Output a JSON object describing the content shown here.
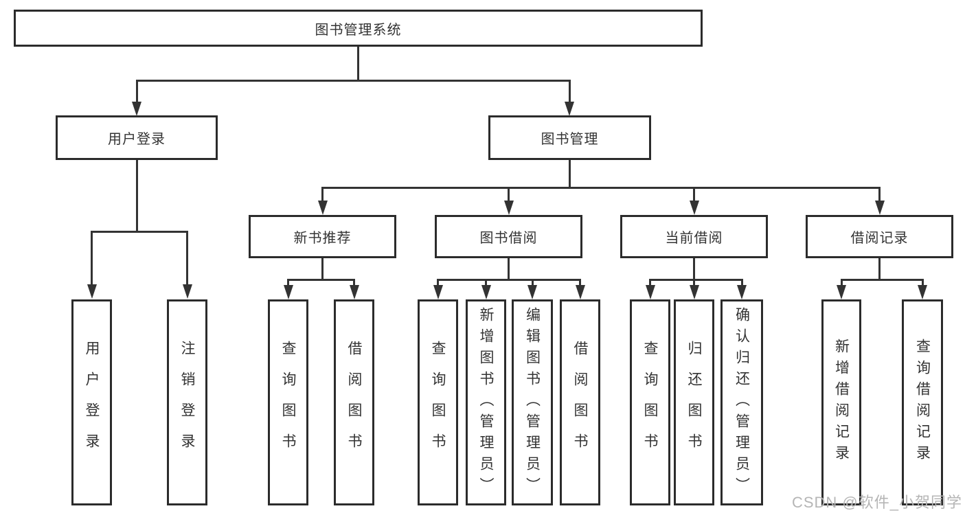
{
  "diagram": {
    "colors": {
      "line": "#333333",
      "border": "#2b2b2b",
      "text": "#333333",
      "background": "#ffffff",
      "watermark": "#b5b5b5"
    }
  },
  "tree": {
    "label": "图书管理系统",
    "children": [
      {
        "label": "用户登录",
        "children": [
          {
            "label": "用户登录"
          },
          {
            "label": "注销登录"
          }
        ]
      },
      {
        "label": "图书管理",
        "children": [
          {
            "label": "新书推荐",
            "children": [
              {
                "label": "查询图书"
              },
              {
                "label": "借阅图书"
              }
            ]
          },
          {
            "label": "图书借阅",
            "children": [
              {
                "label": "查询图书"
              },
              {
                "label": "新增图书（管理员）"
              },
              {
                "label": "编辑图书（管理员）"
              },
              {
                "label": "借阅图书"
              }
            ]
          },
          {
            "label": "当前借阅",
            "children": [
              {
                "label": "查询图书"
              },
              {
                "label": "归还图书"
              },
              {
                "label": "确认归还（管理员）"
              }
            ]
          },
          {
            "label": "借阅记录",
            "children": [
              {
                "label": "新增借阅记录"
              },
              {
                "label": "查询借阅记录"
              }
            ]
          }
        ]
      }
    ]
  },
  "watermark": {
    "text": "CSDN @软件_小贺同学"
  }
}
